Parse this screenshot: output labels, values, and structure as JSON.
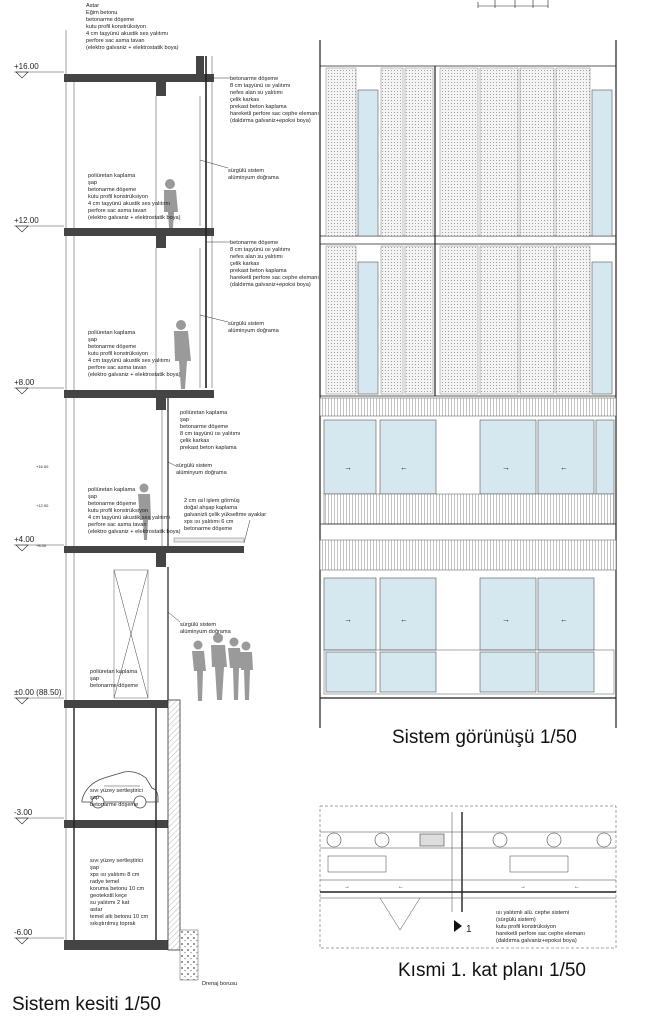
{
  "titles": {
    "section": "Sistem kesiti 1/50",
    "elevation": "Sistem görünüşü 1/50",
    "plan": "Kısmi 1. kat planı 1/50"
  },
  "top_note": [
    "Astar",
    "Eğim betonu",
    "betonarme döşeme",
    "kutu profil konstrüksiyon",
    "4 cm taşyünü akustik ses yalıtımı",
    "perfore sac asma tavan",
    "(elektro galvaniz + elektrostatik boya)"
  ],
  "levels": [
    "+16.00",
    "+12.00",
    "+8.00",
    "+4.00",
    "±0.00 (88.50)",
    "-3.00",
    "-6.00"
  ],
  "mini_levels": [
    "+16.00",
    "+12.00",
    "+8.00"
  ],
  "notes": {
    "facade_a": [
      "betonarme döşeme",
      "8 cm taşyünü ısı yalıtımı",
      "nefes alan su yalıtımı",
      "çelik karkas",
      "prekast beton kaplama",
      "hareketli perfore sac cephe elemanı",
      "(daldırma galvaniz+epoksi boya)"
    ],
    "facade_b": [
      "betonarme döşeme",
      "8 cm taşyünü ısı yalıtımı",
      "nefes alan su yalıtımı",
      "çelik karkas",
      "prekast beton kaplama",
      "hareketli perfore sac cephe elemanı",
      "(daldırma galvaniz+epoksi boya)"
    ],
    "sliding_1": [
      "sürgülü sistem",
      "alüminyum doğrama"
    ],
    "sliding_2": [
      "sürgülü sistem",
      "alüminyum doğrama"
    ],
    "sliding_3": [
      "sürgülü sistem",
      "alüminyum doğrama"
    ],
    "sliding_4": [
      "sürgülü sistem",
      "alüminyum doğrama"
    ],
    "floor_a": [
      "poliüretan kaplama",
      "şap",
      "betonarme döşeme",
      "kutu profil konstrüksiyon",
      "4 cm taşyünü akustik ses yalıtımı",
      "perfore sac asma tavan",
      "(elektro galvaniz + elektrostatik boya)"
    ],
    "floor_b": [
      "poliüretan kaplama",
      "şap",
      "betonarme döşeme",
      "kutu profil konstrüksiyon",
      "4 cm taşyünü akustik ses yalıtımı",
      "perfore sac asma tavan",
      "(elektro galvaniz + elektrostatik boya)"
    ],
    "floor_c": [
      "poliüretan kaplama",
      "şap",
      "betonarme döşeme",
      "kutu profil konstrüksiyon",
      "4 cm taşyünü akustik ses yalıtımı",
      "perfore sac asma tavan",
      "(elektro galvaniz + elektrostatik boya)"
    ],
    "balcony_wall": [
      "poliüretan kaplama",
      "şap",
      "betonarme döşeme",
      "8 cm taşyünü ısı yalıtımı",
      "çelik karkas",
      "prekast beton kaplama"
    ],
    "balcony_deck": [
      "2 cm ısıl işlem görmüş",
      "doğal ahşap kaplama",
      "galvanizli çelik yükseltme ayaklar",
      "xps ısı yalıtımı 6 cm",
      "betonarme döşeme"
    ],
    "ground": [
      "poliüretan kaplama",
      "şap",
      "betonarme döşeme"
    ],
    "garage": [
      "sıvı yüzey sertleştirici",
      "şap",
      "betonarme döşeme"
    ],
    "basement": [
      "sıvı yüzey sertleştirici",
      "şap",
      "xps ısı yalıtımı 8 cm",
      "radye temel",
      "koruma betonu  10 cm",
      "geotekstil  keçe",
      "su yalıtımı 2 kat",
      "astar",
      "temel altı betonu 10 cm",
      "sıkıştırılmış toprak"
    ],
    "drain": "Drenaj borusu",
    "plan_note": [
      "ısı yalıtımlı alü. cephe sistemi",
      "(sürgülü sistem)",
      "kutu profil konstrüksiyon",
      "hareketli perfore sac cephe elemanı",
      "(daldırma galvaniz+epoksi boya)"
    ]
  },
  "plan_marker": "1",
  "colors": {
    "line": "#222222",
    "glass": "#d6e8ef",
    "figure": "#9a9a9a"
  }
}
